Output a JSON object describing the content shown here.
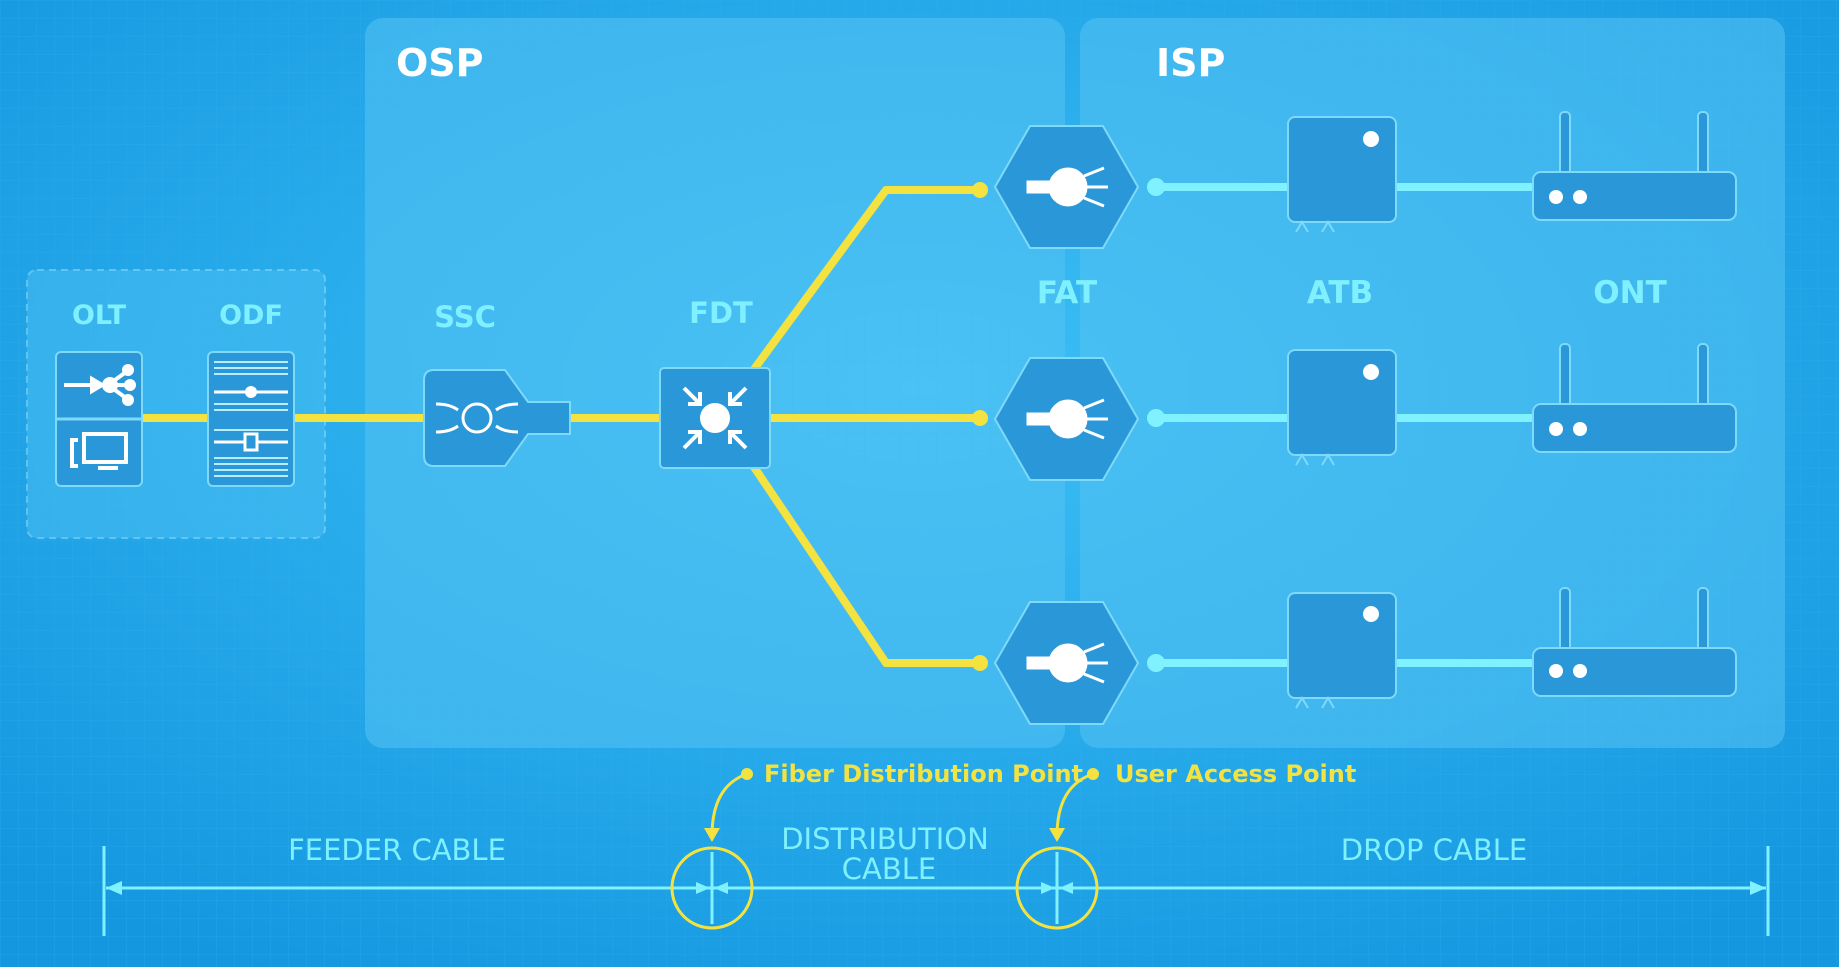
{
  "sections": {
    "osp": "OSP",
    "isp": "ISP"
  },
  "nodes": {
    "olt": "OLT",
    "odf": "ODF",
    "ssc": "SSC",
    "fdt": "FDT",
    "fat": "FAT",
    "atb": "ATB",
    "ont": "ONT"
  },
  "callouts": {
    "fiber_distribution_point": "Fiber Distribution Point",
    "user_access_point": "User Access Point"
  },
  "cables": {
    "feeder": "FEEDER CABLE",
    "distribution_line1": "DISTRIBUTION",
    "distribution_line2": "CABLE",
    "drop": "DROP CABLE"
  },
  "colors": {
    "background": "#1aa3e8",
    "panel": "#3bb3ee",
    "label": "#7ff0ff",
    "feeder_line": "#f3e240",
    "drop_line": "#80f2ff",
    "callout": "#f3e240",
    "icon_fill": "#2a97d8",
    "icon_stroke": "#7fd9f8"
  },
  "icons": {
    "olt_top": "splitter-arrow-icon",
    "olt_bottom": "computer-icon",
    "odf": "patch-panel-icon",
    "ssc": "splice-closure-icon",
    "fdt": "hub-arrows-icon",
    "fat": "hexagon-splitter-icon",
    "atb": "terminal-box-icon",
    "ont": "router-icon"
  }
}
